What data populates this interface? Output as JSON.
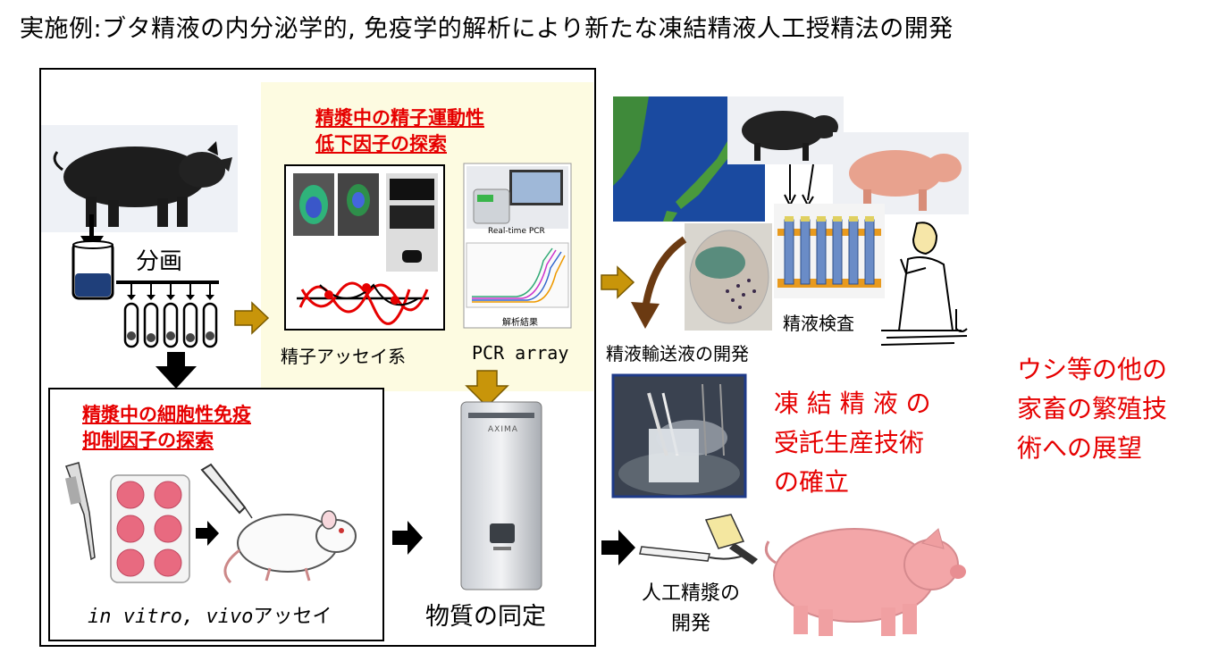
{
  "title": "実施例:ブタ精液の内分泌学的, 免疫学的解析により新たな凍結精液人工授精法の開発",
  "left": {
    "fractionation_label": "分画"
  },
  "motility": {
    "heading_line1": "精漿中の精子運動性",
    "heading_line2": "低下因子の探索",
    "sperm_assay_label": "精子アッセイ系",
    "pcr_label": "PCR array",
    "pcr_caption": "Real-time PCR",
    "pcr_result_caption": "解析結果"
  },
  "immune": {
    "heading_line1": "精漿中の細胞性免疫",
    "heading_line2": "抑制因子の探索",
    "assay_label_italic": "in vitro, vivo",
    "assay_label_suffix": "アッセイ"
  },
  "identification_label": "物質の同定",
  "instrument_brand": "AXIMA",
  "right": {
    "transport_label": "精液輸送液の開発",
    "inspection_label": "精液検査",
    "frozen_line1": "凍 結 精 液 の",
    "frozen_line2": "受託生産技術",
    "frozen_line3": "の確立",
    "artificial_line1": "人工精漿の",
    "artificial_line2": "開発",
    "outlook_line1": "ウシ等の他の",
    "outlook_line2": "家畜の繁殖技",
    "outlook_line3": "術への展望"
  },
  "colors": {
    "accent_red": "#e60000",
    "arrow_gold": "#c8950a",
    "panel_yellow": "#fdfbe1"
  }
}
